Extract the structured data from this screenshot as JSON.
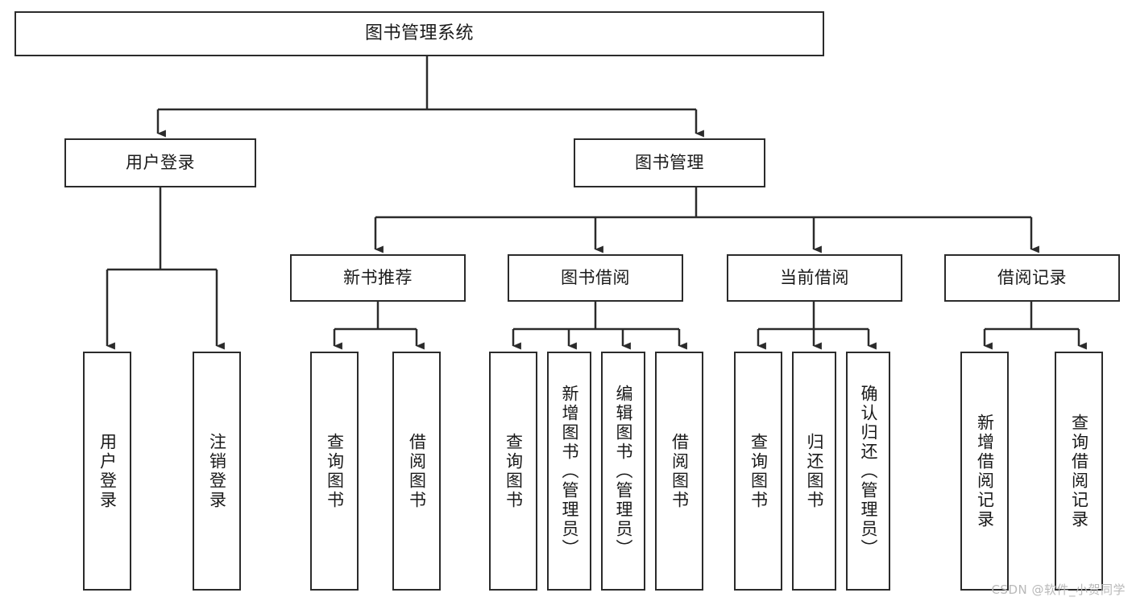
{
  "diagram": {
    "title": "图书管理系统",
    "type": "functional-structure-tree",
    "watermark": "CSDN @软件_小贺同学",
    "colors": {
      "stroke": "#2b2b2b",
      "fill": "#ffffff",
      "text": "#1a1a1a",
      "watermark": "#b9b9b9"
    }
  },
  "nodes": {
    "root": {
      "label": "图书管理系统"
    },
    "level1": [
      {
        "id": "user-login",
        "label": "用户登录"
      },
      {
        "id": "book-manage",
        "label": "图书管理"
      }
    ],
    "level2": [
      {
        "id": "new-book-recommend",
        "label": "新书推荐"
      },
      {
        "id": "book-borrow",
        "label": "图书借阅"
      },
      {
        "id": "current-borrow",
        "label": "当前借阅"
      },
      {
        "id": "borrow-record",
        "label": "借阅记录"
      }
    ],
    "leaves": {
      "user-login": [
        {
          "id": "leaf-user-login",
          "label": "用户登录"
        },
        {
          "id": "leaf-logout-login",
          "label": "注销登录"
        }
      ],
      "new-book-recommend": [
        {
          "id": "leaf-query-book-1",
          "label": "查询图书"
        },
        {
          "id": "leaf-borrow-book-1",
          "label": "借阅图书"
        }
      ],
      "book-borrow": [
        {
          "id": "leaf-query-book-2",
          "label": "查询图书"
        },
        {
          "id": "leaf-add-book",
          "label": "新增图书（管理员）"
        },
        {
          "id": "leaf-edit-book",
          "label": "编辑图书（管理员）"
        },
        {
          "id": "leaf-borrow-book-2",
          "label": "借阅图书"
        }
      ],
      "current-borrow": [
        {
          "id": "leaf-query-book-3",
          "label": "查询图书"
        },
        {
          "id": "leaf-return-book",
          "label": "归还图书"
        },
        {
          "id": "leaf-confirm-return",
          "label": "确认归还（管理员）"
        }
      ],
      "borrow-record": [
        {
          "id": "leaf-add-record",
          "label": "新增借阅记录"
        },
        {
          "id": "leaf-query-record",
          "label": "查询借阅记录"
        }
      ]
    }
  }
}
